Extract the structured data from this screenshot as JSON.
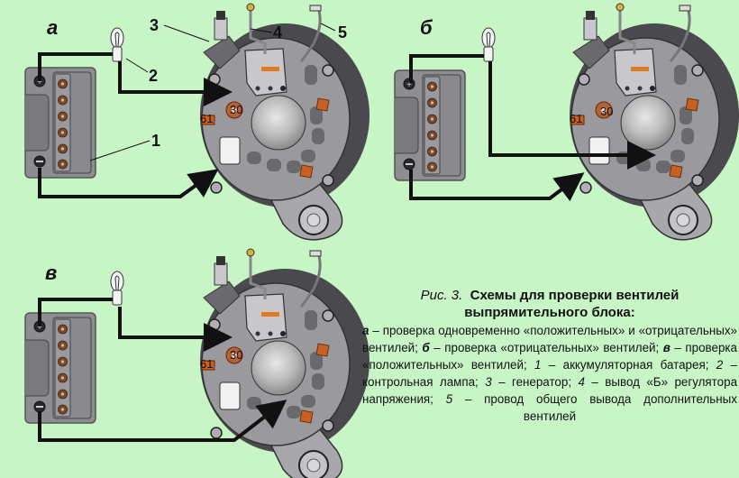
{
  "figure": {
    "background_color": "#c8f5c6",
    "wire_color": "#111111",
    "panels": [
      {
        "id": "a",
        "label": "а",
        "test": "positive and negative diodes",
        "callouts": [
          "1",
          "2",
          "3",
          "4",
          "5"
        ],
        "terminals": [
          "61",
          "30"
        ]
      },
      {
        "id": "b",
        "label": "б",
        "test": "negative diodes",
        "terminals": [
          "61",
          "30"
        ]
      },
      {
        "id": "v",
        "label": "в",
        "test": "positive diodes",
        "terminals": [
          "61",
          "30"
        ]
      }
    ]
  },
  "caption": {
    "fig_number": "Рис. 3.",
    "title_line1": "Схемы для проверки вентилей",
    "title_line2": "выпрямительного блока:",
    "items": [
      {
        "key": "а",
        "text": " – проверка одновременно «положительных» и «отрицательных» вентилей; "
      },
      {
        "key": "б",
        "text": " – проверка «отрицательных» вентилей; "
      },
      {
        "key": "в",
        "text": " – проверка «положительных» вентилей; "
      }
    ],
    "legend": [
      {
        "num": "1",
        "text": " – аккумуляторная батарея; "
      },
      {
        "num": "2",
        "text": " – контрольная лампа; "
      },
      {
        "num": "3",
        "text": " – генератор; "
      },
      {
        "num": "4",
        "text": " – вывод «Б» регулятора напряжения; "
      },
      {
        "num": "5",
        "text": " – провод общего вывода дополнительных вентилей"
      }
    ]
  }
}
